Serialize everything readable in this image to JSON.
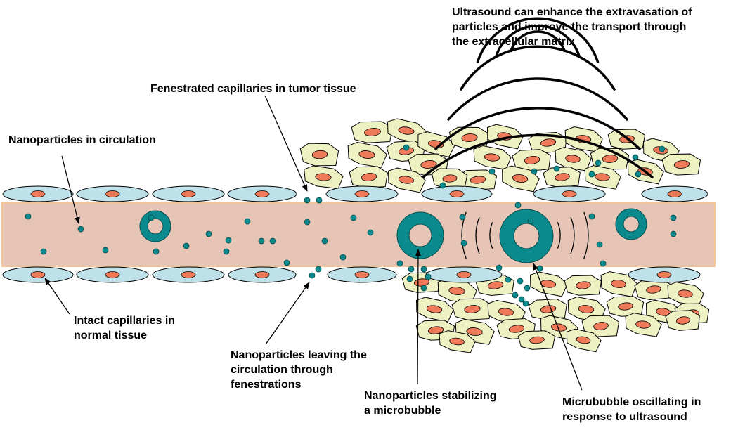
{
  "labels": {
    "ultrasound": "Ultrasound can enhance the extravasation of\nparticles and improve the transport through\nthe extracellular matrix",
    "fenestrated": "Fenestrated capillaries in tumor tissue",
    "circulation": "Nanoparticles in circulation",
    "intact": "Intact capillaries in\nnormal tissue",
    "leaving": "Nanoparticles leaving the\ncirculation through\nfenestrations",
    "stabilizing": "Nanoparticles stabilizing\na microbubble",
    "oscillating": "Micrububble oscillating in\nresponse to ultrasound"
  },
  "colors": {
    "vessel": "#e6c4b6",
    "vessel_edge": "#f3c699",
    "endothelial": "#bfe2ea",
    "nucleus": "#ef7a5a",
    "tumor_cell": "#eef1c2",
    "nanoparticle": "#0a8a8c",
    "bubble": "#0a8a8c"
  }
}
